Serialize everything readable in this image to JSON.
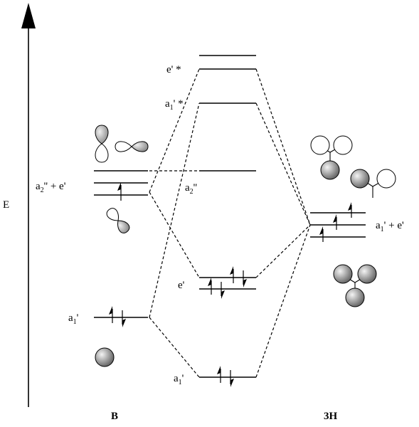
{
  "axis": {
    "label": "E"
  },
  "columns": {
    "left": "B",
    "right": "3H"
  },
  "labels": {
    "e_star": "e' *",
    "a1_star_main": "a",
    "a1_star_sub": "1",
    "a1_star_suffix": "' *",
    "a2pp_e_main": "a",
    "a2pp_e_sub": "2",
    "a2pp_e_suffix": "'' + e'",
    "a2pp_main": "a",
    "a2pp_sub": "2",
    "a2pp_suffix": "''",
    "e_prime": "e'",
    "a1_left_main": "a",
    "a1_left_sub": "1",
    "a1_left_suffix": "'",
    "a1_bottom_main": "a",
    "a1_bottom_sub": "1",
    "a1_bottom_suffix": "'",
    "a1e_right_main": "a",
    "a1e_right_sub": "1",
    "a1e_right_suffix": "' + e'"
  },
  "colors": {
    "line": "#000000",
    "orbital_fill": "#9a9a9a",
    "orbital_light": "#f2f2f2"
  }
}
